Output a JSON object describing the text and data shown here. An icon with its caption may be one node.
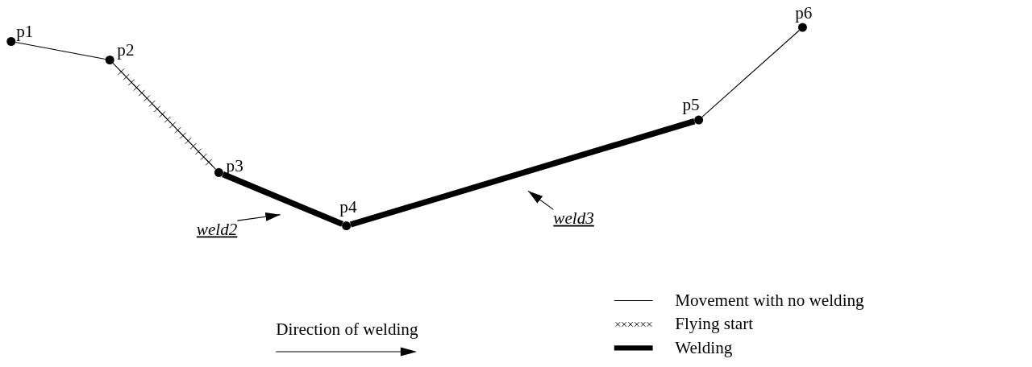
{
  "diagram": {
    "nodes": [
      {
        "text": [],
        "shape": "circle",
        "beside": [
          "p1"
        ]
      },
      {
        "text": [],
        "shape": "circle",
        "beside": [
          "p2"
        ]
      },
      {
        "text": [],
        "shape": "circle",
        "beside": [
          "p3"
        ]
      },
      {
        "text": [],
        "shape": "circle",
        "beside": [
          "p4"
        ]
      },
      {
        "text": [],
        "shape": "circle",
        "beside": [
          "p5"
        ]
      },
      {
        "text": [],
        "shape": "circle",
        "beside": [
          "p6"
        ]
      },
      {
        "text": [
          "weld2"
        ]
      },
      {
        "text": [
          "weld3"
        ]
      }
    ],
    "edges": [
      {
        "from": 0,
        "to": 1,
        "arrow": "none"
      },
      {
        "from": 1,
        "to": 2,
        "arrow": "none"
      },
      {
        "from": 2,
        "to": 3,
        "arrow": "none",
        "style": "thick"
      },
      {
        "from": 3,
        "to": 4,
        "arrow": "none",
        "style": "thick"
      },
      {
        "from": 4,
        "to": 5,
        "arrow": "none"
      },
      {
        "from": 6,
        "to": null,
        "arrow": "to"
      },
      {
        "from": 7,
        "to": null,
        "arrow": "to"
      }
    ],
    "labels": [
      "Direction of welding"
    ],
    "legend": [
      {
        "text": "Movement with no welding"
      },
      {
        "text": "Flying start"
      },
      {
        "text": "Welding"
      }
    ]
  }
}
